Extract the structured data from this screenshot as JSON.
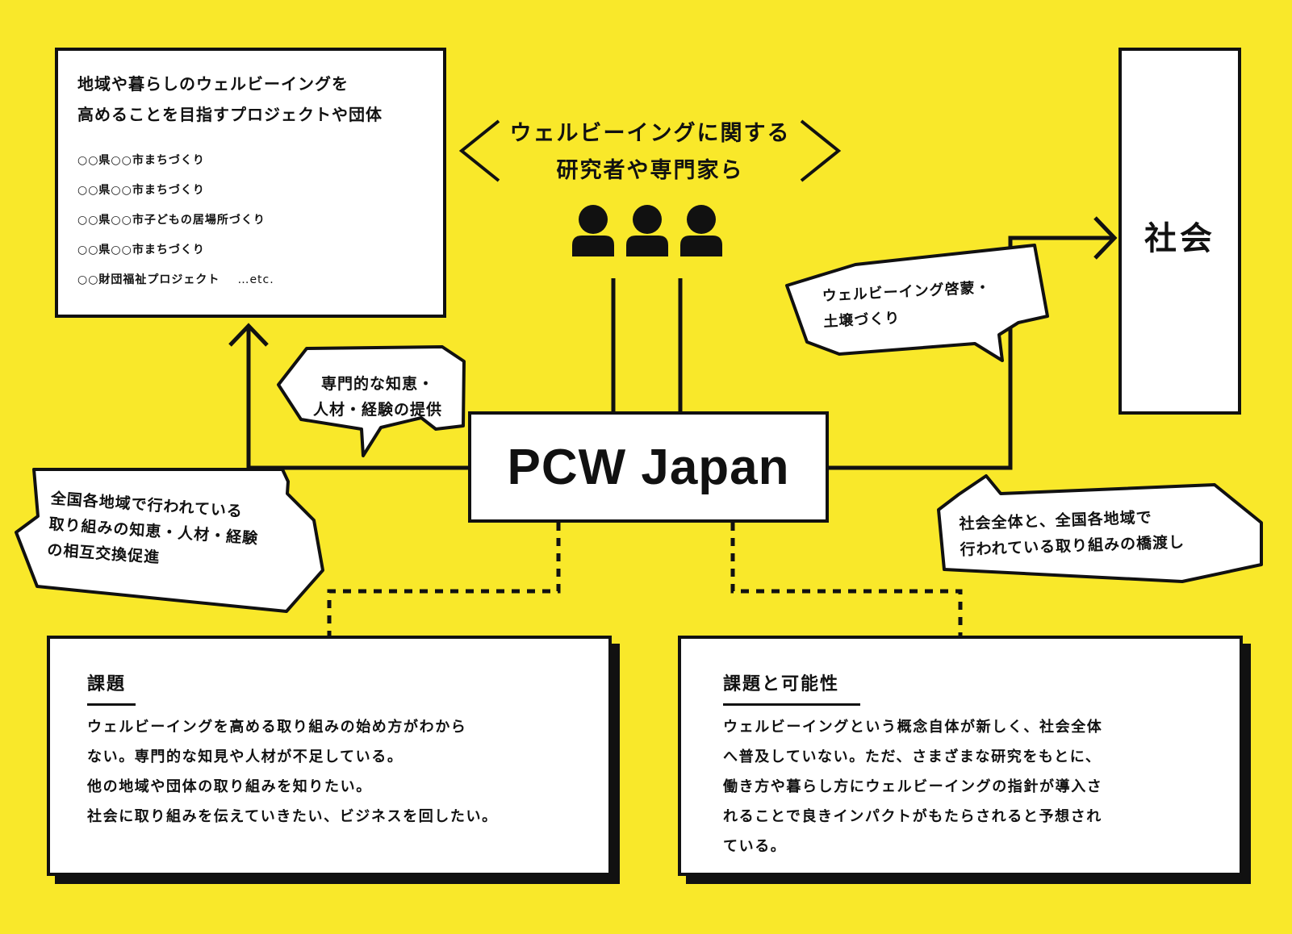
{
  "center": {
    "label": "PCW Japan"
  },
  "experts": {
    "line1": "ウェルビーイングに関する",
    "line2": "研究者や専門家ら",
    "icon": "people-icon"
  },
  "society": {
    "label": "社会"
  },
  "organizations": {
    "title1": "地域や暮らしのウェルビーイングを",
    "title2": "高めることを目指すプロジェクトや団体",
    "items": [
      "○○県○○市まちづくり",
      "○○県○○市まちづくり",
      "○○県○○市子どもの居場所づくり",
      "○○県○○市まちづくり",
      "○○財団福祉プロジェクト"
    ],
    "etc": "…etc."
  },
  "bubbles": {
    "expertise": {
      "line1": "専門的な知恵・",
      "line2": "人材・経験の提供"
    },
    "exchange": {
      "line1": "全国各地域で行われている",
      "line2": "取り組みの知恵・人材・経験",
      "line3": "の相互交換促進"
    },
    "awareness": {
      "line1": "ウェルビーイング啓蒙・",
      "line2": "土壌づくり"
    },
    "bridge": {
      "line1": "社会全体と、全国各地域で",
      "line2": "行われている取り組みの橋渡し"
    }
  },
  "issues": {
    "title": "課題",
    "lines": [
      "ウェルビーイングを高める取り組みの始め方がわから",
      "ない。専門的な知見や人材が不足している。",
      "他の地域や団体の取り組みを知りたい。",
      "社会に取り組みを伝えていきたい、ビジネスを回したい。"
    ]
  },
  "possibilities": {
    "title": "課題と可能性",
    "lines": [
      "ウェルビーイングという概念自体が新しく、社会全体",
      "へ普及していない。ただ、さまざまな研究をもとに、",
      "働き方や暮らし方にウェルビーイングの指針が導入さ",
      "れることで良きインパクトがもたらされると予想され",
      "ている。"
    ]
  },
  "colors": {
    "background": "#f9e82a",
    "ink": "#111111",
    "box": "#ffffff"
  }
}
